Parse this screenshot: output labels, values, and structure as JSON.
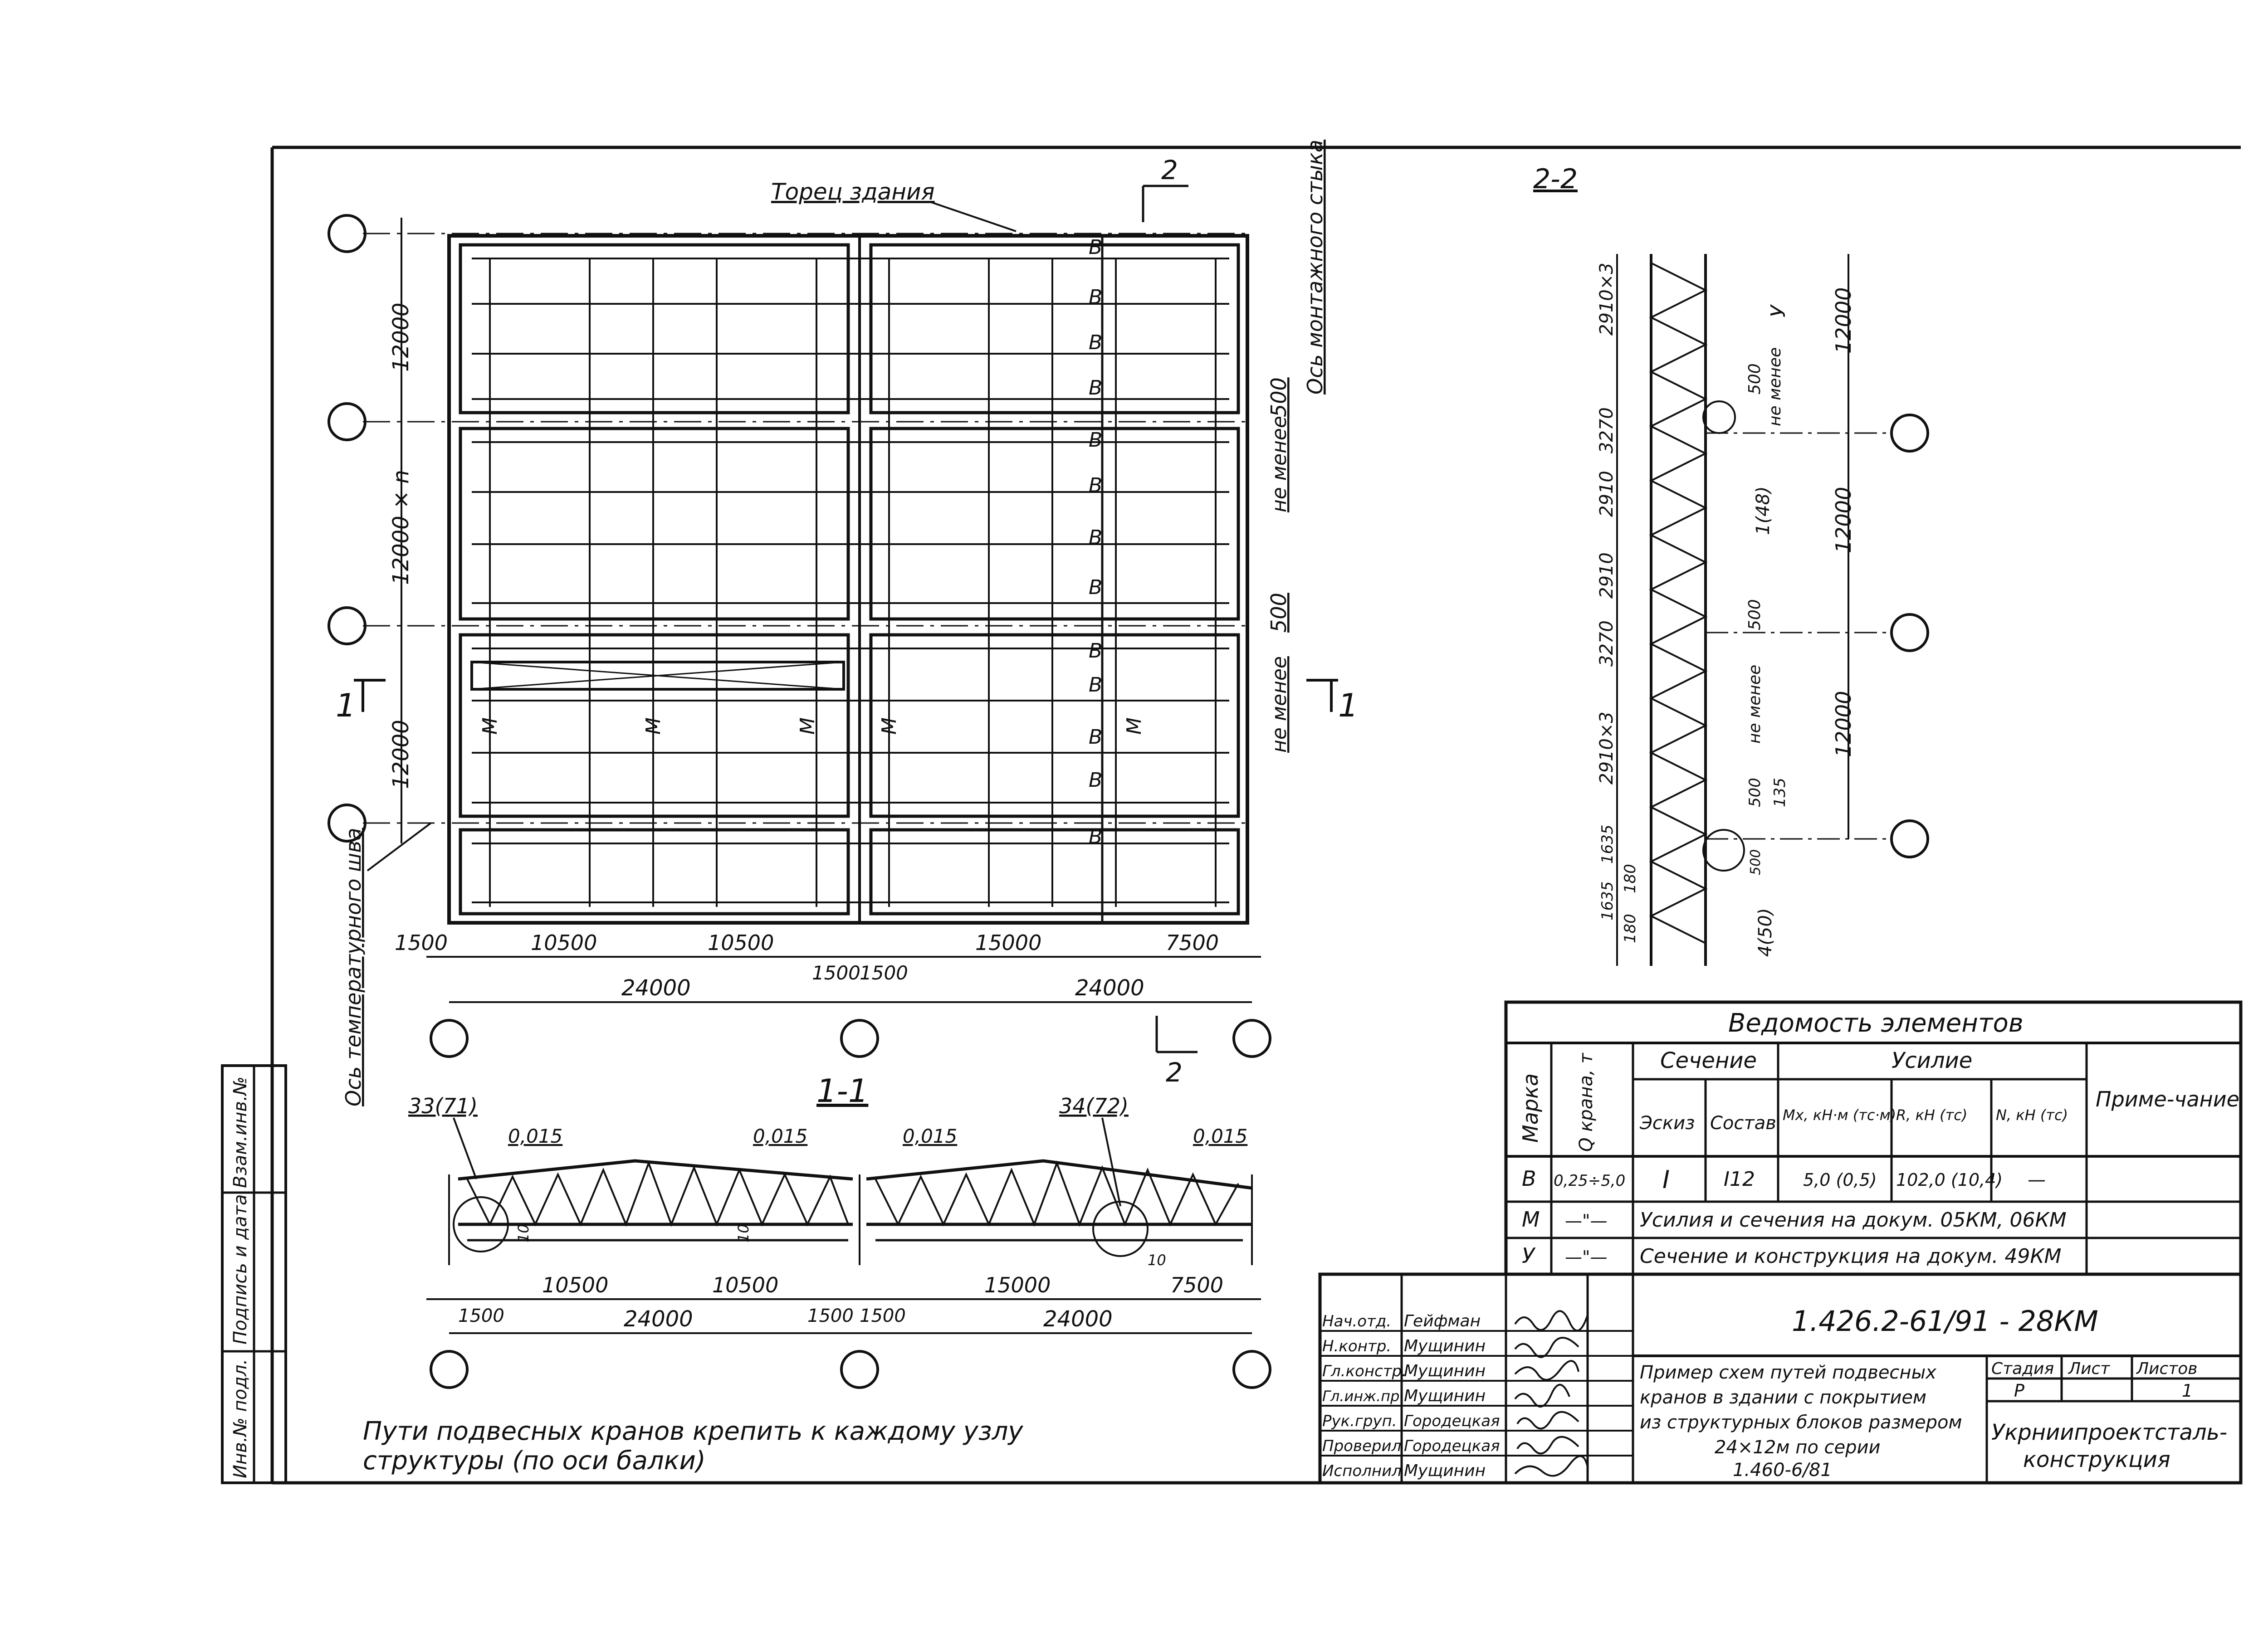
{
  "plan": {
    "title_end": "Торец здания",
    "section_mark_2_top": "2",
    "section_mark_2_bottom": "2",
    "section_mark_1_left": "1",
    "section_mark_1_right": "1",
    "mount_joint_axis": "Ось монтажного стыка",
    "temp_joint_axis": "Ось температурного шва",
    "not_less_1": "не менее",
    "not_less_2": "не менее",
    "dim_500_a": "500",
    "dim_500_b": "500",
    "left_dims": [
      "12000",
      "12000 × n",
      "12000"
    ],
    "bottom_dims_row1": [
      "1500",
      "10500",
      "10500",
      "1500",
      "1500",
      "15000",
      "7500"
    ],
    "bottom_dims_row2": [
      "24000",
      "24000"
    ],
    "mark_B": "В",
    "mark_M": "М"
  },
  "section_2_2": {
    "title": "2-2",
    "dims_left": [
      "2910×3",
      "3270",
      "2910",
      "2910",
      "3270",
      "2910×3",
      "180",
      "1635",
      "1635",
      "180"
    ],
    "dims_right": [
      "12000",
      "12000",
      "12000"
    ],
    "labels": [
      "У",
      "500",
      "не менее",
      "1(48)",
      "500",
      "не менее",
      "500",
      "135",
      "500",
      "4(50)"
    ]
  },
  "section_1_1": {
    "title": "1-1",
    "callout_left": "33(71)",
    "callout_right": "34(72)",
    "slopes": [
      "0,015",
      "0,015",
      "0,015",
      "0,015"
    ],
    "small_dims": [
      "10",
      "10",
      "10"
    ],
    "dims_row1": [
      "1500",
      "10500",
      "10500",
      "1500",
      "1500",
      "15000",
      "7500"
    ],
    "dims_row2": [
      "24000",
      "24000"
    ]
  },
  "note": {
    "line1": "Пути подвесных кранов крепить к каждому узлу",
    "line2": "структуры (по оси балки)"
  },
  "side_stamp": [
    "Инв.№ подл.",
    "Подпись и дата",
    "Взам.инв.№"
  ],
  "elements_table": {
    "title": "Ведомость элементов",
    "headers": {
      "mark": "Марка",
      "q": "Q крана, т",
      "section": "Сечение",
      "sketch": "Эскиз",
      "composition": "Состав",
      "effort": "Усилие",
      "mx": "Mx, кН·м (тс·м)",
      "r": "R, кН (тс)",
      "n": "N, кН (тс)",
      "note": "Приме-чание"
    },
    "rows": [
      {
        "mark": "В",
        "q": "0,25÷5,0",
        "sketch": "I",
        "composition": "I12",
        "mx": "5,0 (0,5)",
        "r": "102,0 (10,4)",
        "n": "—"
      },
      {
        "mark": "М",
        "q": "—\"—",
        "text": "Усилия и сечения на докум. 05КМ, 06КМ"
      },
      {
        "mark": "У",
        "q": "—\"—",
        "text": "Сечение и конструкция на докум. 49КМ"
      }
    ]
  },
  "title_block": {
    "doc_code": "1.426.2-61/91 - 28КМ",
    "roles": [
      "Нач.отд.",
      "Н.контр.",
      "Гл.констр.",
      "Гл.инж.пр.",
      "Рук.груп.",
      "Проверил",
      "Исполнил"
    ],
    "names": [
      "Гейфман",
      "Мущинин",
      "Мущинин",
      "Мущинин",
      "Городецкая",
      "Городецкая",
      "Мущинин"
    ],
    "description": [
      "Пример схем путей подвесных",
      "кранов в здании с покрытием",
      "из структурных блоков размером",
      "24×12м по серии",
      "1.460-6/81"
    ],
    "stage_label": "Стадия",
    "sheet_label": "Лист",
    "sheets_label": "Листов",
    "stage_value": "Р",
    "sheet_value": "",
    "sheets_value": "1",
    "org": [
      "Укрниипроектсталь-",
      "конструкция"
    ]
  }
}
